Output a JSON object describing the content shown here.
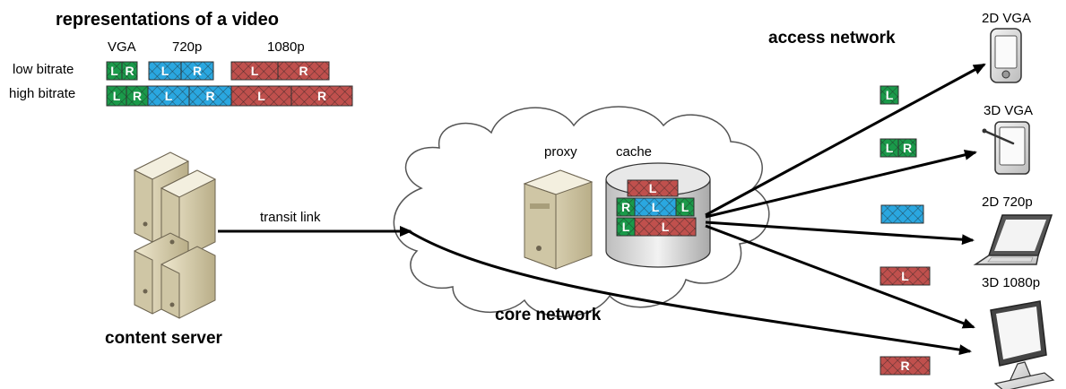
{
  "title": "representations of a video",
  "representations": {
    "column_labels": [
      "VGA",
      "720p",
      "1080p"
    ],
    "row_labels": [
      "low bitrate",
      "high bitrate"
    ],
    "segment_letters": {
      "left": "L",
      "right": "R"
    }
  },
  "labels": {
    "content_server": "content server",
    "transit_link": "transit link",
    "core_network": "core network",
    "access_network": "access network",
    "proxy": "proxy",
    "cache": "cache"
  },
  "cache_blocks": {
    "top": "L",
    "middle": [
      "R",
      "L",
      "L"
    ],
    "bottom": [
      "L",
      "L"
    ]
  },
  "devices": [
    {
      "label": "2D VGA",
      "type": "phone",
      "segments": [
        "L"
      ]
    },
    {
      "label": "3D VGA",
      "type": "tablet",
      "segments": [
        "L",
        "R"
      ]
    },
    {
      "label": "2D 720p",
      "type": "laptop",
      "segments": [
        ""
      ]
    },
    {
      "label": "3D 1080p",
      "type": "monitor",
      "segments": [
        "L"
      ]
    }
  ],
  "bottom_segment": "R",
  "colors": {
    "vga": "#1a9a4a",
    "p720": "#2aa7e0",
    "p1080": "#c0504d",
    "hatch": "#2b2b2b",
    "cloud_stroke": "#555555",
    "server_body": "#d9d2b8",
    "server_dark": "#a89e7a"
  }
}
